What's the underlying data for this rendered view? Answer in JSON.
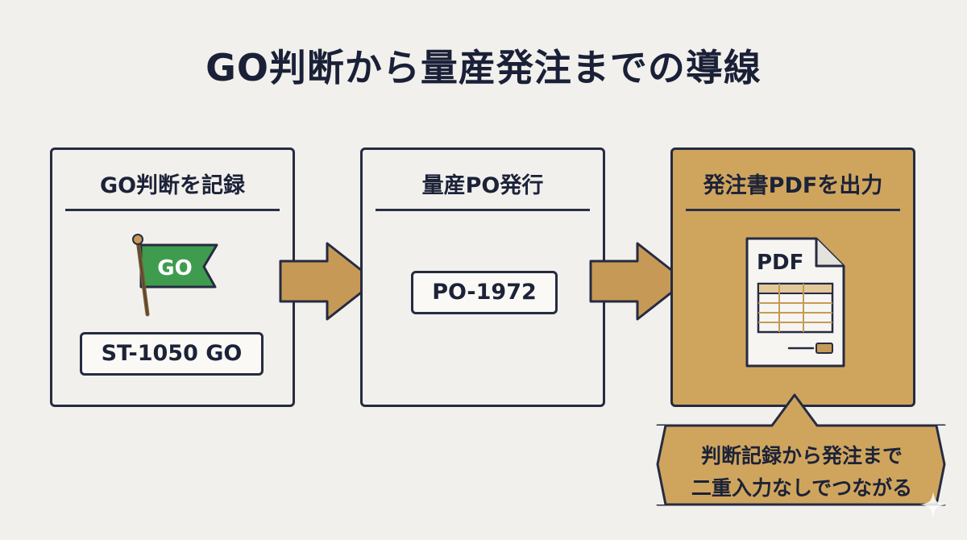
{
  "title": "GO判断から量産発注までの導線",
  "steps": [
    {
      "title": "GO判断を記録",
      "flag_label": "GO",
      "tag": "ST-1050 GO"
    },
    {
      "title": "量産PO発行",
      "tag": "PO-1972"
    },
    {
      "title": "発注書PDFを出力",
      "pdf_label": "PDF"
    }
  ],
  "callout": {
    "line1": "判断記録から発注まで",
    "line2": "二重入力なしでつながる"
  },
  "icons": {
    "flag": "go-flag-icon",
    "pdf": "pdf-document-icon",
    "arrow": "right-arrow-icon",
    "sparkle": "sparkle-icon"
  },
  "colors": {
    "background": "#f1f0ec",
    "highlight_card": "#cfa55e",
    "arrow": "#c69a56",
    "flag": "#3f9c4f",
    "ink": "#1c2238"
  }
}
